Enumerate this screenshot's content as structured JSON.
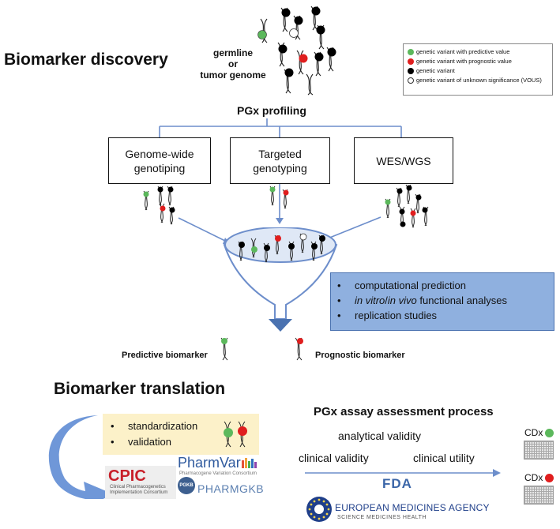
{
  "discovery": {
    "title": "Biomarker discovery",
    "genome_label": "germline\nor\ntumor genome",
    "profiling_label": "PGx profiling"
  },
  "legend": {
    "items": [
      {
        "label": "genetic variant with predictive value",
        "color": "#5cb85c"
      },
      {
        "label": "genetic variant with prognostic value",
        "color": "#e01e1e"
      },
      {
        "label": "genetic variant",
        "color": "#000000"
      },
      {
        "label": "genetic variant of unknown significance (VOUS)",
        "color": "#ffffff"
      }
    ]
  },
  "methods": [
    {
      "label": "Genome-wide genotiping",
      "fill": "#f0b69c",
      "border": "#c65b2f"
    },
    {
      "label": "Targeted genotyping",
      "fill": "#9cb0e0",
      "border": "#4b62b0"
    },
    {
      "label": "WES/WGS",
      "fill": "#b6d7a4",
      "border": "#6e9b4f"
    }
  ],
  "analysis": {
    "items": [
      "computational prediction",
      "in vitro/in vivo functional analyses",
      "replication studies"
    ],
    "italic_parts": [
      "in vitro",
      "in vivo"
    ]
  },
  "outcomes": {
    "predictive": "Predictive biomarker",
    "prognostic": "Prognostic biomarker"
  },
  "translation": {
    "title": "Biomarker translation",
    "items": [
      "standardization",
      "validation"
    ]
  },
  "resources": {
    "cpic": "CPIC",
    "cpic_sub": "Clinical Pharmacogenetics Implementation Consortium",
    "pharmvar": "PharmVar",
    "pharmvar_sub": "Pharmacogene Variation Consortium",
    "pharmgkb": "PHARMGKB",
    "pgkb_badge": "PGKB"
  },
  "assessment": {
    "title": "PGx assay  assessment process",
    "analytical": "analytical validity",
    "clinical_validity": "clinical validity",
    "clinical_utility": "clinical utility",
    "fda": "FDA",
    "ema": "EUROPEAN MEDICINES AGENCY",
    "ema_sub": "SCIENCE  MEDICINES  HEALTH"
  },
  "cdx": {
    "label1": "CDx",
    "label2": "CDx"
  }
}
